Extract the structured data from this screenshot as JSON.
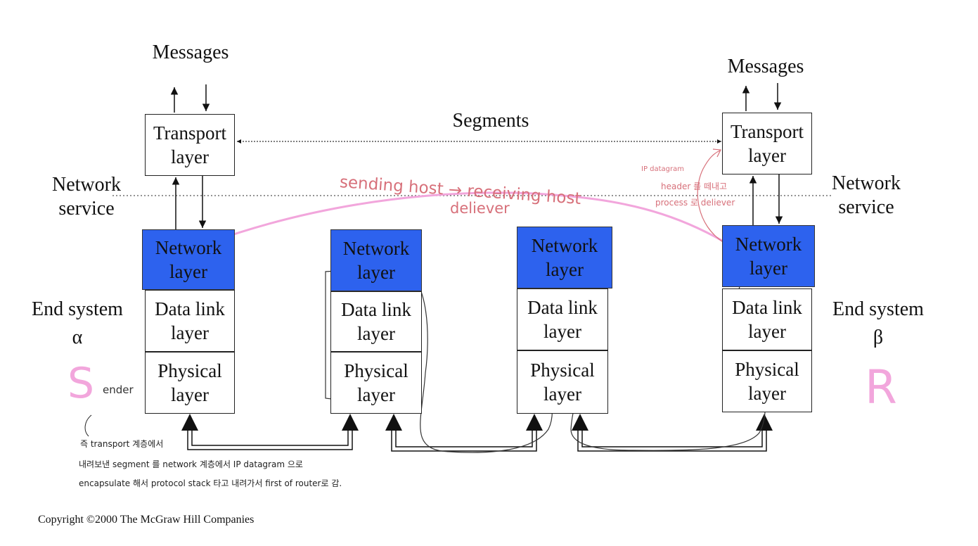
{
  "labels": {
    "messages": "Messages",
    "segments": "Segments",
    "network_service_line1": "Network",
    "network_service_line2": "service",
    "end_system_line1": "End system",
    "alpha": "α",
    "beta": "β"
  },
  "layers": {
    "transport_1": "Transport",
    "transport_2": "layer",
    "network_1": "Network",
    "network_2": "layer",
    "datalink_1": "Data link",
    "datalink_2": "layer",
    "physical_1": "Physical",
    "physical_2": "layer"
  },
  "copyright": "Copyright ©2000 The McGraw Hill Companies",
  "annotations": {
    "sending_host": "sending host → receiving host",
    "deliever": "deliever",
    "ip_datagram": "IP datagram",
    "header_line": "header 를 떼내고",
    "process_line": "process 로 deliever",
    "sender_s": "S",
    "sender_rest": "ender",
    "receiver": "R",
    "note_line1": "즉 transport 계층에서",
    "note_line2": "내려보낸 segment 를 network 계층에서 IP datagram 으로",
    "note_line3": "encapsulate 해서 protocol stack 타고 내려가서 first of router로 감."
  },
  "colors": {
    "network_layer": "#2d62ee",
    "annotation_red": "#d7707a",
    "annotation_pink": "#f2a6dc"
  }
}
